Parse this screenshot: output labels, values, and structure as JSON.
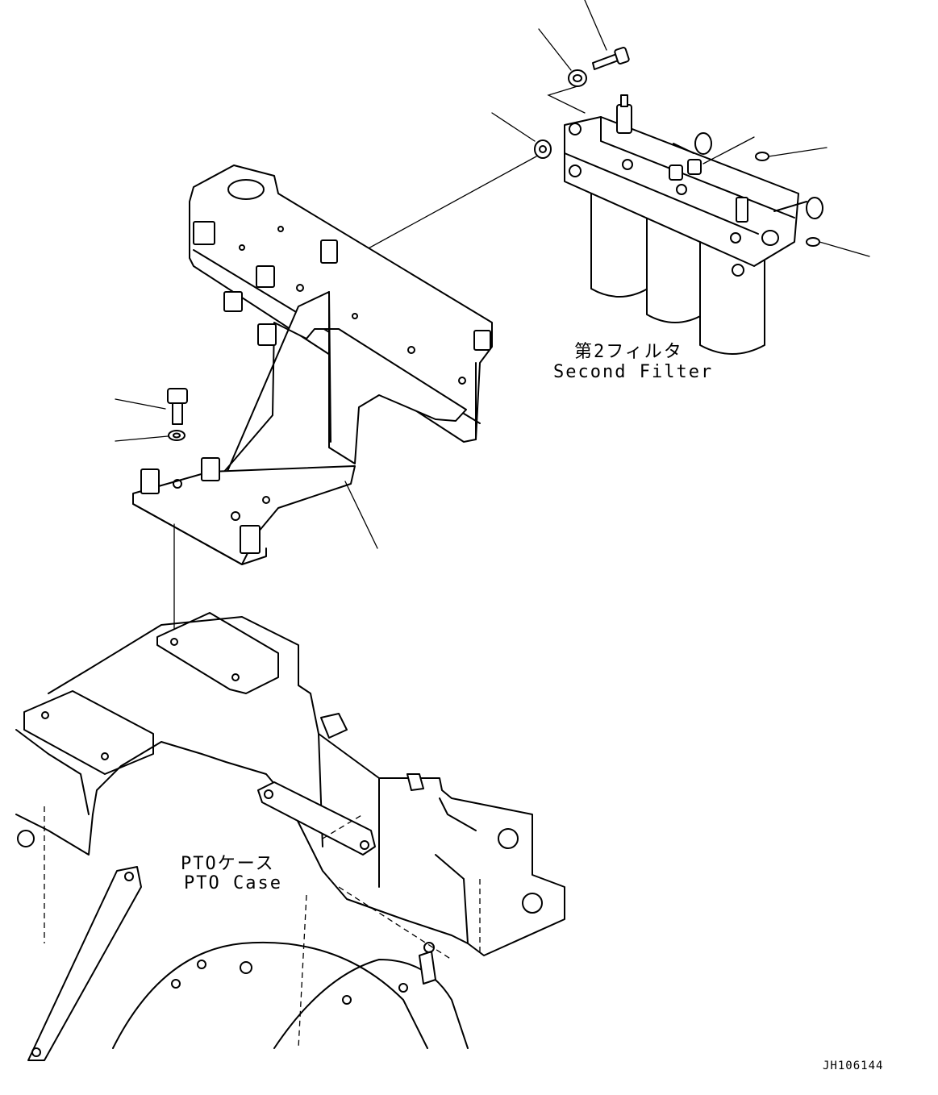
{
  "labels": {
    "second_filter_jp": "第2フィルタ",
    "second_filter_en": "Second Filter",
    "pto_case_jp": "PTOケース",
    "pto_case_en": "PTO Case",
    "drawing_code": "JH106144"
  }
}
